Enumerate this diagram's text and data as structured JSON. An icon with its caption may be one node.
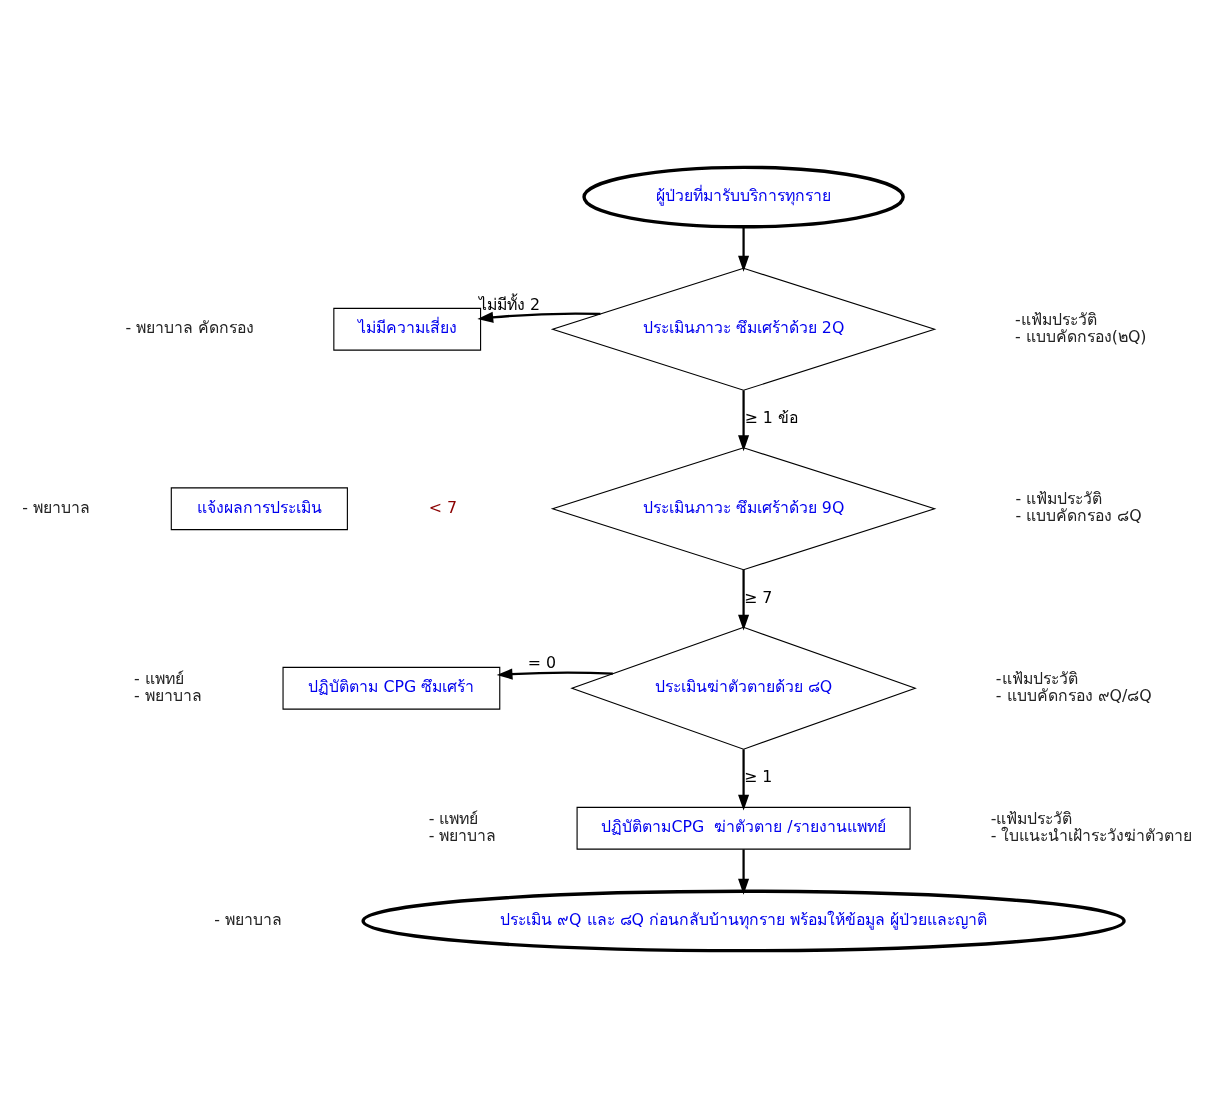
{
  "diagram": {
    "nodes": [
      {
        "text": [
          "ผู้ป่วยที่มารับบริการทุกราย"
        ]
      },
      {
        "text": [
          "ประเมินภาวะ ซึมเศร้าด้วย 2Q"
        ]
      },
      {
        "text": [
          "ไม่มีความเสี่ยง"
        ]
      },
      {
        "text": [
          "ประเมินภาวะ ซึมเศร้าด้วย 9Q"
        ]
      },
      {
        "text": [
          "แจ้งผลการประเมิน"
        ]
      },
      {
        "text": [
          "ประเมินฆ่าตัวตายด้วย ๘Q"
        ]
      },
      {
        "text": [
          "ปฏิบัติตาม CPG ซึมเศร้า"
        ]
      },
      {
        "text": [
          "ปฏิบัติตามCPG  ฆ่าตัวตาย /รายงานแพทย์"
        ]
      },
      {
        "text": [
          "ประเมิน ๙Q และ ๘Q ก่อนกลับบ้านทุกราย พร้อมให้ข้อมูล ผู้ป่วยและญาติ"
        ]
      }
    ],
    "edges": [
      {
        "from": 0,
        "to": 1,
        "arrow": "to"
      },
      {
        "from": 1,
        "to": 2,
        "arrow": "to",
        "label": "ไม่มีทั้ง 2"
      },
      {
        "from": 1,
        "to": 3,
        "arrow": "to",
        "label": "≥ 1 ข้อ"
      },
      {
        "from": 3,
        "to": 5,
        "arrow": "to",
        "label": "≥ 7"
      },
      {
        "from": 5,
        "to": 6,
        "arrow": "to",
        "label": "= 0"
      },
      {
        "from": 5,
        "to": 7,
        "arrow": "to",
        "label": "≥ 1"
      },
      {
        "from": 7,
        "to": 8,
        "arrow": "to"
      }
    ],
    "labels": [
      "- พยาบาล คัดกรอง",
      "-แฟ้มประวัติ",
      "- แบบคัดกรอง(๒Q)",
      "- พยาบาล",
      "< 7",
      "- แฟ้มประวัติ",
      "- แบบคัดกรอง ๘Q",
      "- แพทย์",
      "- พยาบาล",
      "-แฟ้มประวัติ",
      "- แบบคัดกรอง ๙Q/๘Q",
      "- แพทย์",
      "- พยาบาล",
      "-แฟ้มประวัติ",
      "- ใบแนะนำเฝ้าระวังฆ่าตัวตาย",
      "- พยาบาล"
    ]
  }
}
